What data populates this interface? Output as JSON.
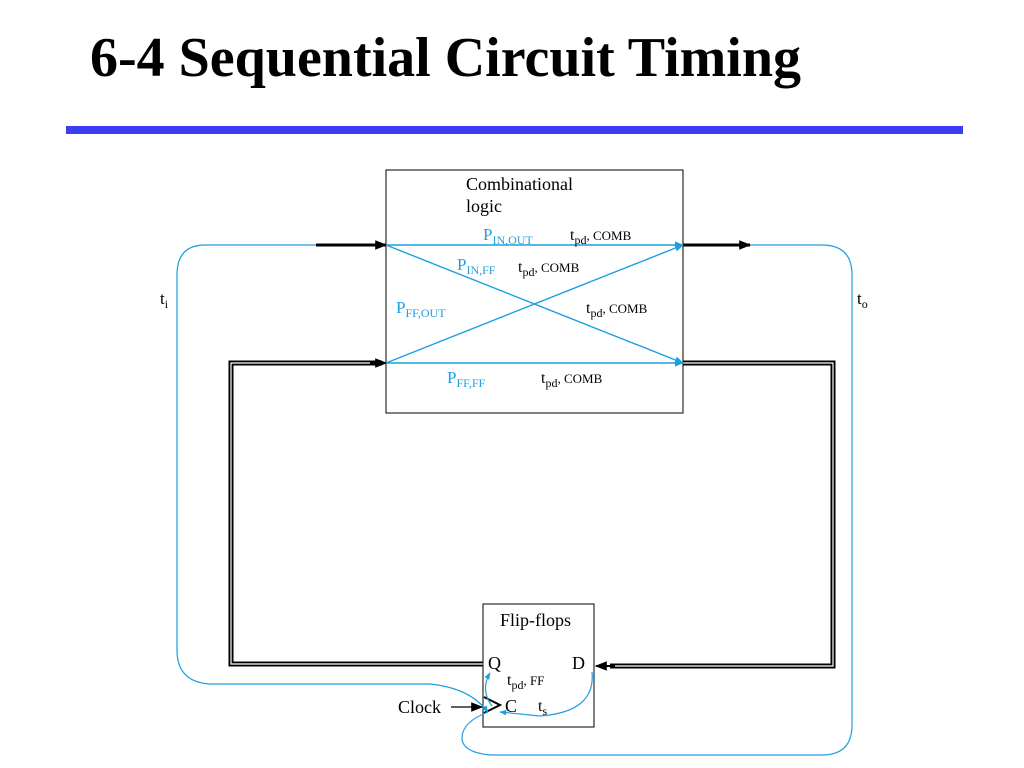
{
  "title": "6-4 Sequential Circuit Timing",
  "colors": {
    "accent_rule": "#3a3ef0",
    "path_blue": "#1c9fe0",
    "wire_dark": "#000000"
  },
  "combinational": {
    "title_line1": "Combinational",
    "title_line2": "logic"
  },
  "paths": {
    "p_in_out": {
      "main": "P",
      "sub": "IN,OUT"
    },
    "p_in_ff": {
      "main": "P",
      "sub": "IN,FF"
    },
    "p_ff_out": {
      "main": "P",
      "sub": "FF,OUT"
    },
    "p_ff_ff": {
      "main": "P",
      "sub": "FF,FF"
    }
  },
  "delays": {
    "comb": {
      "main": "t",
      "sub": "pd",
      "suffix": ", COMB"
    },
    "ff": {
      "main": "t",
      "sub": "pd",
      "suffix": ", FF"
    },
    "ts": {
      "main": "t",
      "sub": "s"
    },
    "ti": {
      "main": "t",
      "sub": "i"
    },
    "to": {
      "main": "t",
      "sub": "o"
    }
  },
  "flipflops": {
    "title": "Flip-flops",
    "q": "Q",
    "d": "D",
    "c": "C",
    "clock": "Clock"
  }
}
